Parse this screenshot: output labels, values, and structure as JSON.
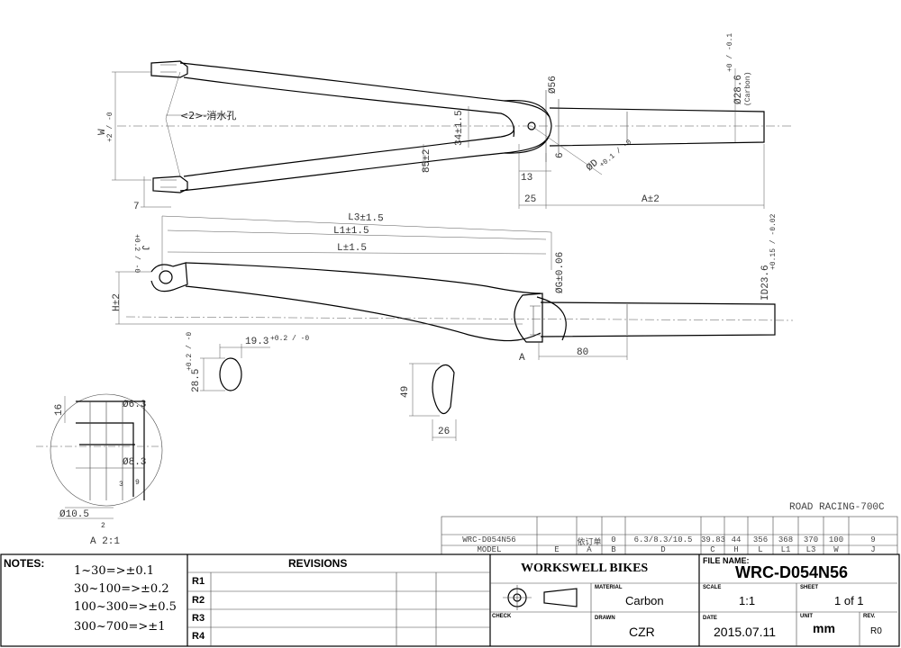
{
  "views": {
    "water_hole": "<2>-消水孔",
    "label_W": "W",
    "label_W_tol": "+2 / -0",
    "dim_34": "34±1.5",
    "dim_85": "85±2",
    "dim_56": "Ø56",
    "dim_28_6": "Ø28.6",
    "dim_28_6_tol": "+0 / -0.1",
    "carbon_note": "(Carbon)",
    "dim_6": "6",
    "dim_13": "13",
    "dim_D": "ØD",
    "dim_D_tol": "+0.1 / -0",
    "dim_25": "25",
    "dim_A": "A±2",
    "dim_7": "7",
    "dim_L3": "L3±1.5",
    "dim_L1": "L1±1.5",
    "dim_L": "L±1.5",
    "dim_J": "J",
    "dim_J_tol": "+0.2 / -0",
    "dim_G": "ØG±0.06",
    "dim_ID": "ID23.6",
    "dim_ID_tol": "+0.15 / -0.02",
    "dim_H": "H±2",
    "dim_A_mark": "A",
    "dim_80": "80",
    "dim_19_3": "19.3",
    "dim_19_3_tol": "+0.2 / -0",
    "dim_28_5": "28.5",
    "dim_28_5_tol": "+0.2 / -0",
    "dim_49": "49",
    "dim_26": "26",
    "det_16": "16",
    "det_6_3": "Ø6.3",
    "det_8_3": "Ø8.3",
    "det_10_5": "Ø10.5",
    "det_9": "9",
    "det_2": "2",
    "det_3": "3",
    "detail_label": "A 2:1"
  },
  "spec_table": {
    "title": "ROAD RACING-700C",
    "values": [
      "WRC-D054N56",
      "",
      "依订单",
      "0",
      "6.3/8.3/10.5",
      "39.83",
      "44",
      "356",
      "368",
      "370",
      "100",
      "9"
    ],
    "headers": [
      "MODEL",
      "E",
      "A",
      "B",
      "D",
      "C",
      "H",
      "L",
      "L1",
      "L3",
      "W",
      "J"
    ]
  },
  "notes": {
    "label": "NOTES:",
    "lines": [
      "1~30=>±0.1",
      "30~100=>±0.2",
      "100~300=>±0.5",
      "300~700=>±1"
    ]
  },
  "revisions": {
    "title": "REVISIONS",
    "rows": [
      "R1",
      "R2",
      "R3",
      "R4"
    ]
  },
  "title_block": {
    "company": "WORKSWELL BIKES",
    "file_name_label": "FILE NAME:",
    "file_name": "WRC-D054N56",
    "material_label": "MATERIAL",
    "material": "Carbon",
    "scale_label": "SCALE",
    "scale": "1:1",
    "sheet_label": "SHEET",
    "sheet": "1 of 1",
    "check_label": "CHECK",
    "drawn_label": "DRAWN",
    "drawn": "CZR",
    "date_label": "DATE",
    "date": "2015.07.11",
    "unit_label": "UNIT",
    "unit": "mm",
    "rev_label": "REV.",
    "rev": "R0"
  }
}
